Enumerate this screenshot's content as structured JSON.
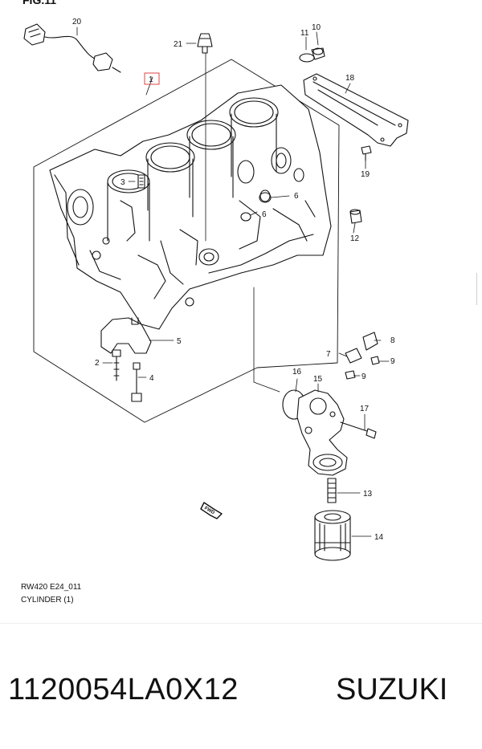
{
  "figure_label": "FIG.11",
  "diagram": {
    "code": "RW420 E24_011",
    "title": "CYLINDER (1)",
    "fwd_marker": "FWD",
    "callouts": [
      {
        "id": "c1",
        "text": "1"
      },
      {
        "id": "c2",
        "text": "2"
      },
      {
        "id": "c3",
        "text": "3"
      },
      {
        "id": "c4",
        "text": "4"
      },
      {
        "id": "c5",
        "text": "5"
      },
      {
        "id": "c6a",
        "text": "6"
      },
      {
        "id": "c6b",
        "text": "6"
      },
      {
        "id": "c7",
        "text": "7"
      },
      {
        "id": "c8",
        "text": "8"
      },
      {
        "id": "c9a",
        "text": "9"
      },
      {
        "id": "c9b",
        "text": "9"
      },
      {
        "id": "c10",
        "text": "10"
      },
      {
        "id": "c11",
        "text": "11"
      },
      {
        "id": "c12",
        "text": "12"
      },
      {
        "id": "c13",
        "text": "13"
      },
      {
        "id": "c14",
        "text": "14"
      },
      {
        "id": "c15",
        "text": "15"
      },
      {
        "id": "c16",
        "text": "16"
      },
      {
        "id": "c17",
        "text": "17"
      },
      {
        "id": "c18",
        "text": "18"
      },
      {
        "id": "c19",
        "text": "19"
      },
      {
        "id": "c20",
        "text": "20"
      },
      {
        "id": "c21",
        "text": "21"
      }
    ]
  },
  "product": {
    "part_number": "1120054LA0X12",
    "brand": "SUZUKI"
  }
}
